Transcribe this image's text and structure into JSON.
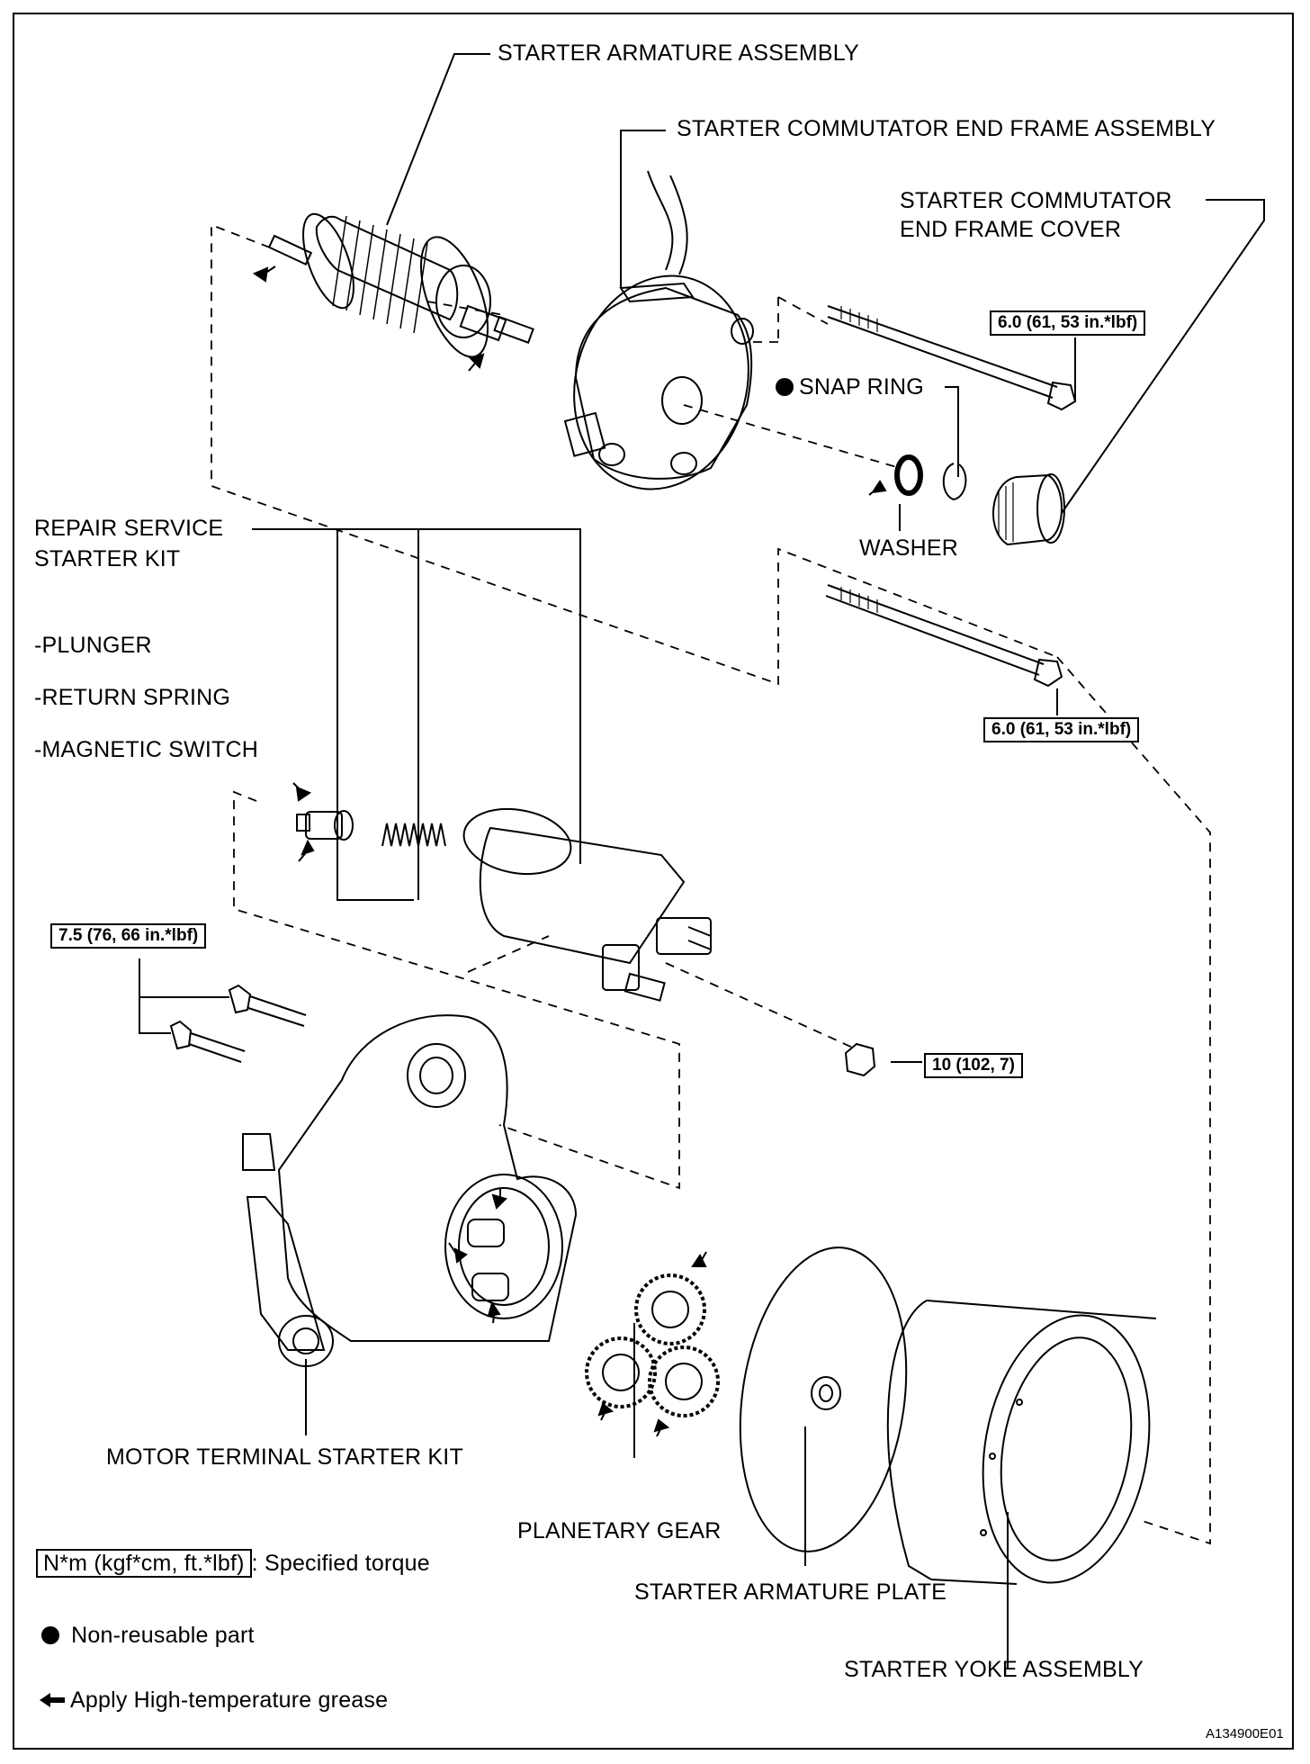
{
  "labels": {
    "armature": "STARTER ARMATURE ASSEMBLY",
    "commutator_end_frame": "STARTER COMMUTATOR END FRAME ASSEMBLY",
    "end_frame_cover_1": "STARTER COMMUTATOR",
    "end_frame_cover_2": "END FRAME COVER",
    "snap_ring": "SNAP RING",
    "washer": "WASHER",
    "repair_kit_1": "REPAIR SERVICE",
    "repair_kit_2": "STARTER KIT",
    "plunger": "-PLUNGER",
    "return_spring": "-RETURN SPRING",
    "magnetic_switch": "-MAGNETIC SWITCH",
    "motor_terminal": "MOTOR TERMINAL STARTER KIT",
    "planetary_gear": "PLANETARY GEAR",
    "armature_plate": "STARTER ARMATURE PLATE",
    "yoke": "STARTER YOKE ASSEMBLY"
  },
  "torques": {
    "bolt_upper": "6.0 (61, 53 in.*lbf)",
    "bolt_lower": "6.0 (61, 53 in.*lbf)",
    "switch_bolts": "7.5 (76, 66 in.*lbf)",
    "nut": "10 (102, 7)"
  },
  "legend": {
    "torque_box": "N*m (kgf*cm, ft.*lbf)",
    "torque_text": ": Specified torque",
    "nonreusable": "Non-reusable part",
    "grease": "Apply High-temperature grease"
  },
  "figure_code": "A134900E01",
  "icons": [
    "non-reusable-dot-icon",
    "grease-arrow-icon"
  ]
}
